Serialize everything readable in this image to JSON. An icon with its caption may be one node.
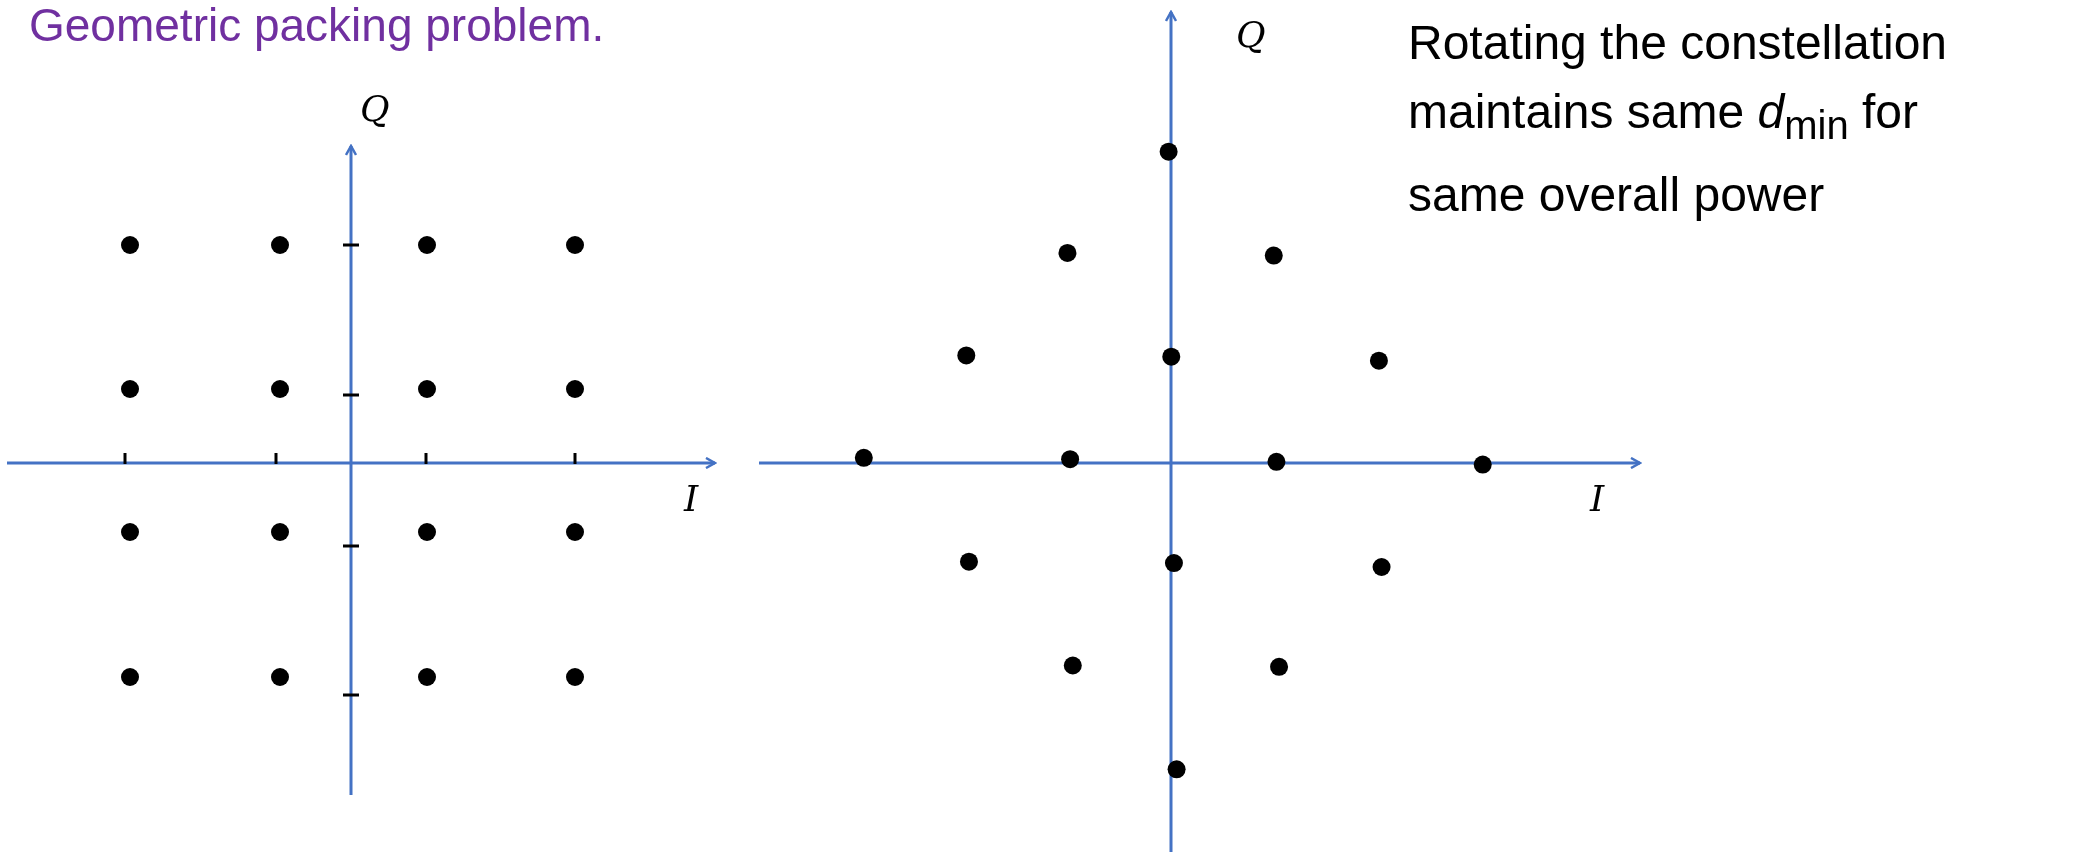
{
  "diagram": {
    "title": "Geometric packing problem.",
    "labels": [
      "Q",
      "I",
      "Q",
      "I",
      "Rotating the constellation maintains same *d*$_{min}$ for same overall power"
    ]
  }
}
